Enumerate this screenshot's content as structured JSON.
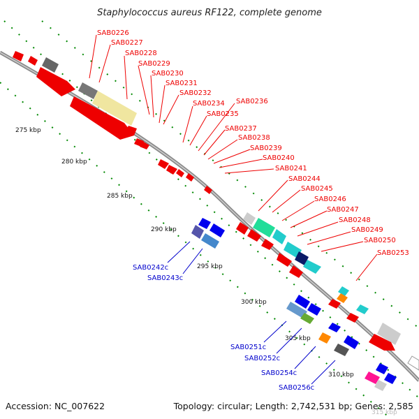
{
  "title": "Staphylococcus aureus RF122, complete genome",
  "footer": {
    "accession": "Accession: NC_007622",
    "topology": "Topology: circular; Length: 2,742,531 bp; Genes: 2,585"
  },
  "scale_labels": [
    "275 kbp",
    "280 kbp",
    "285 kbp",
    "290 kbp",
    "295 kbp",
    "300 kbp",
    "305 kbp",
    "310 kbp",
    "315 kbp"
  ],
  "forward_gene_labels": [
    "SAB0226",
    "SAB0227",
    "SAB0228",
    "SAB0229",
    "SAB0230",
    "SAB0231",
    "SAB0232",
    "SAB0234",
    "SAB0235",
    "SAB0236",
    "SAB0237",
    "SAB0238",
    "SAB0239",
    "SAB0240",
    "SAB0241",
    "SAB0244",
    "SAB0245",
    "SAB0246",
    "SAB0247",
    "SAB0248",
    "SAB0249",
    "SAB0250",
    "SAB0253"
  ],
  "reverse_gene_labels": [
    "SAB0242c",
    "SAB0243c",
    "SAB0251c",
    "SAB0252c",
    "SAB0254c",
    "SAB0256c"
  ],
  "colors": {
    "backbone": "#999999",
    "forward_label": "#ee0000",
    "reverse_label": "#0000cc",
    "tick": "#008800"
  }
}
